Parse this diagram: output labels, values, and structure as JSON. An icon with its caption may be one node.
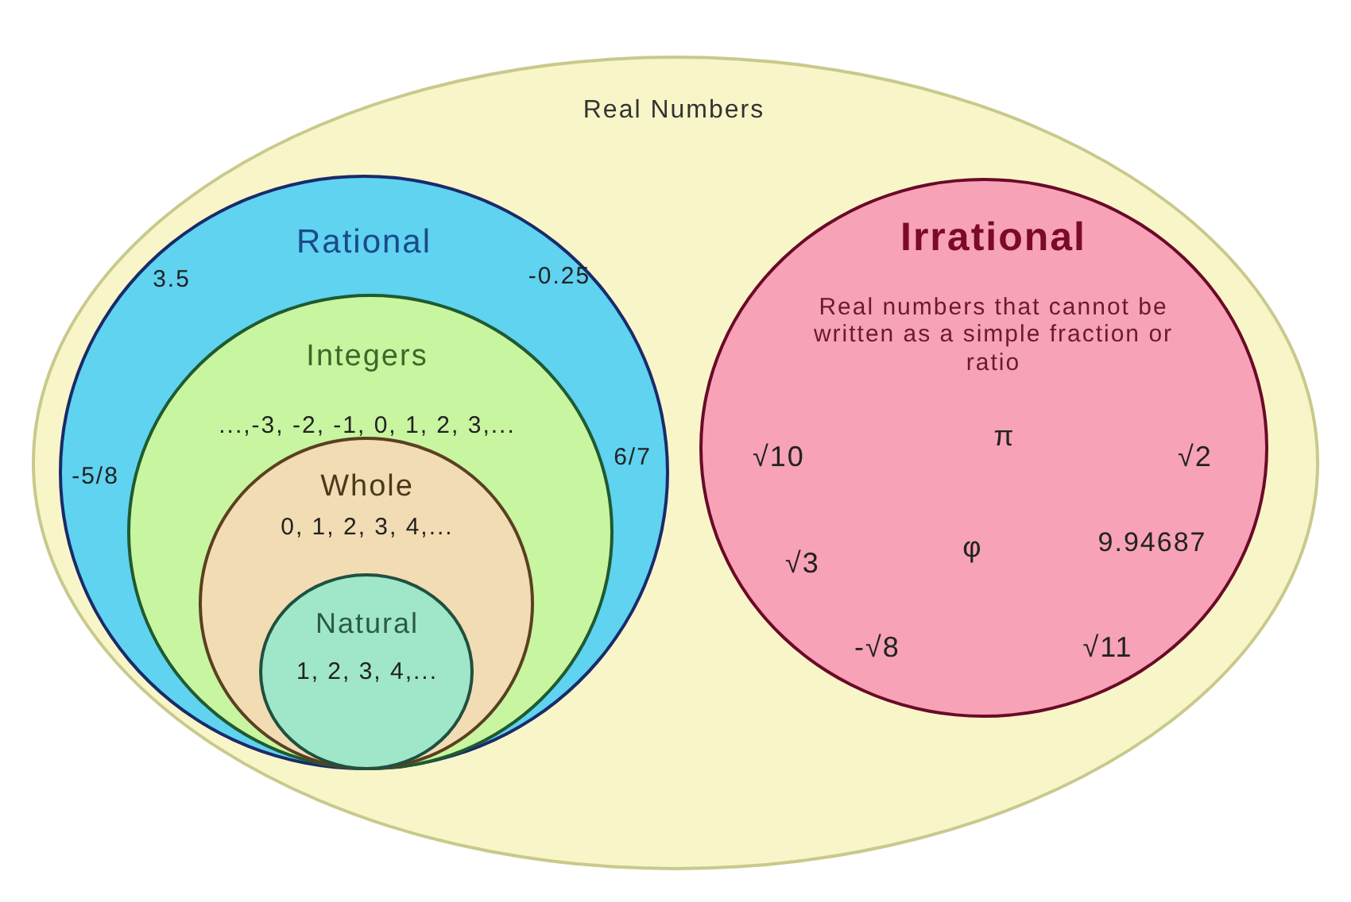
{
  "diagram": {
    "nodes": [
      {
        "text": [
          "Real Numbers"
        ]
      },
      {
        "text": [
          "Rational",
          "3.5",
          "-0.25",
          "-5/8",
          "6/7"
        ],
        "in": 0
      },
      {
        "text": [
          "Integers",
          "...,-3, -2, -1, 0, 1, 2, 3,..."
        ],
        "in": 1
      },
      {
        "text": [
          "Whole",
          "0, 1, 2, 3, 4,..."
        ],
        "in": 2
      },
      {
        "text": [
          "Natural",
          "1, 2, 3, 4,..."
        ],
        "in": 3
      },
      {
        "text": [
          "Irrational",
          "Real numbers that cannot be written as a simple fraction or ratio",
          "√10",
          "π",
          "√2",
          "φ",
          "9.94687",
          "√3",
          "-√8",
          "√11"
        ],
        "in": 0
      }
    ]
  }
}
